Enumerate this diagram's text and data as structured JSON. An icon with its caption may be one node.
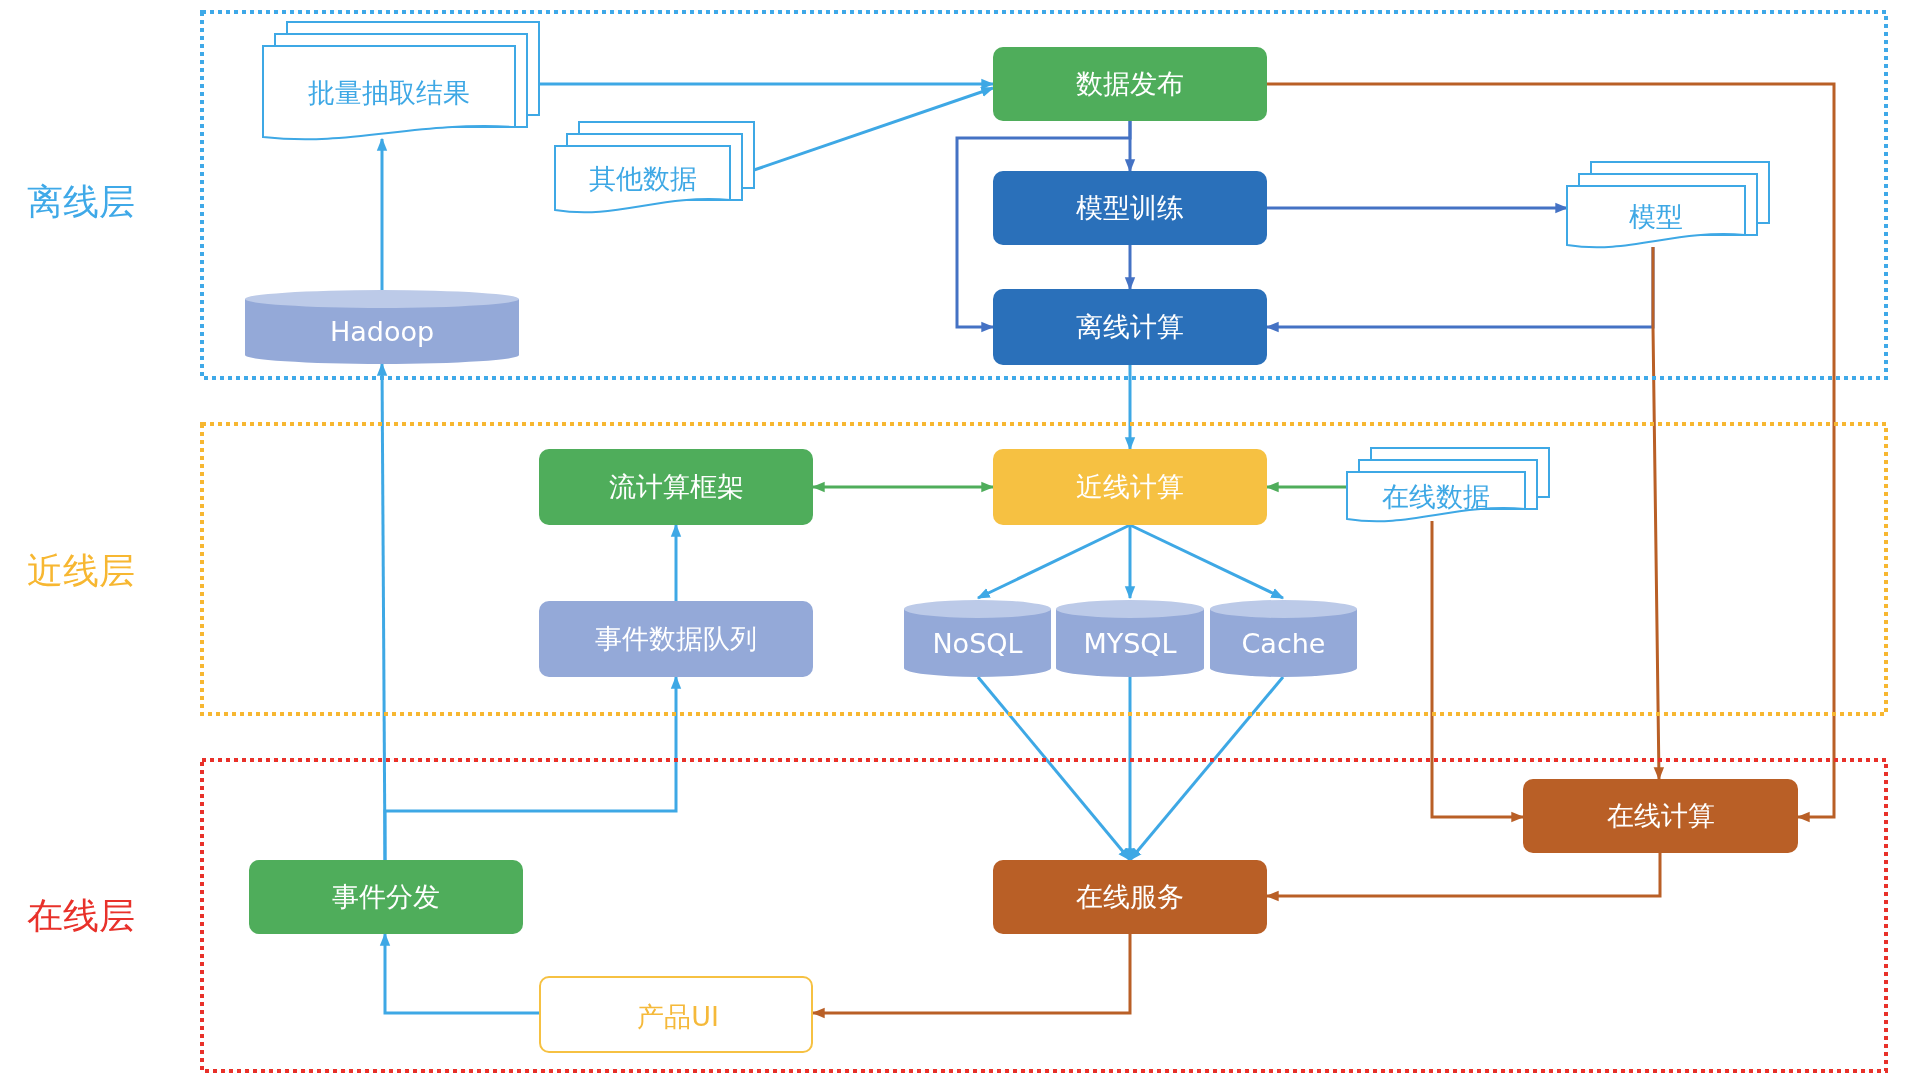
{
  "diagram": {
    "nodes": [
      {
        "text": [
          "离线层"
        ]
      },
      {
        "text": [
          "批量抽取结果"
        ],
        "in": 0
      },
      {
        "text": [
          "数据发布"
        ],
        "in": 0
      },
      {
        "text": [
          "其他数据"
        ],
        "in": 0
      },
      {
        "text": [
          "模型训练"
        ],
        "in": 0
      },
      {
        "text": [
          "模型"
        ],
        "in": 0
      },
      {
        "text": [
          "Hadoop"
        ],
        "in": 0
      },
      {
        "text": [
          "离线计算"
        ],
        "in": 0
      },
      {
        "text": [
          "近线层"
        ]
      },
      {
        "text": [
          "流计算框架"
        ],
        "in": 8
      },
      {
        "text": [
          "近线计算"
        ],
        "in": 8
      },
      {
        "text": [
          "在线数据"
        ],
        "in": 8
      },
      {
        "text": [
          "事件数据队列"
        ],
        "in": 8
      },
      {
        "text": [
          "NoSQL"
        ],
        "in": 8
      },
      {
        "text": [
          "MYSQL"
        ],
        "in": 8
      },
      {
        "text": [
          "Cache"
        ],
        "in": 8
      },
      {
        "text": [
          "在线层"
        ]
      },
      {
        "text": [
          "在线计算"
        ],
        "in": 16
      },
      {
        "text": [
          "事件分发"
        ],
        "in": 16
      },
      {
        "text": [
          "在线服务"
        ],
        "in": 16
      },
      {
        "text": [
          "产品UI"
        ],
        "in": 16
      }
    ],
    "edges": [
      {
        "from": 1,
        "to": 2,
        "arrow": "to"
      },
      {
        "from": 3,
        "to": 2,
        "arrow": "to"
      },
      {
        "from": 6,
        "to": 1,
        "arrow": "to"
      },
      {
        "from": 2,
        "to": 4,
        "arrow": "to",
        "color": "#4472c4"
      },
      {
        "from": 2,
        "to": 7,
        "arrow": "to",
        "color": "#4472c4"
      },
      {
        "from": 4,
        "to": 7,
        "arrow": "to",
        "color": "#4472c4"
      },
      {
        "from": 4,
        "to": 5,
        "arrow": "to",
        "color": "#4472c4"
      },
      {
        "from": 5,
        "to": 7,
        "arrow": "to",
        "color": "#4472c4"
      },
      {
        "from": 5,
        "to": 17,
        "arrow": "to",
        "color": "#b95f26"
      },
      {
        "from": 2,
        "to": 17,
        "arrow": "to",
        "color": "#b95f26"
      },
      {
        "from": 7,
        "to": 10,
        "arrow": "to"
      },
      {
        "from": 9,
        "to": 10,
        "arrow": "both",
        "color": "#4fad5b"
      },
      {
        "from": 11,
        "to": 10,
        "arrow": "to",
        "color": "#4fad5b"
      },
      {
        "from": 10,
        "to": 13,
        "arrow": "to"
      },
      {
        "from": 10,
        "to": 14,
        "arrow": "to"
      },
      {
        "from": 10,
        "to": 15,
        "arrow": "to"
      },
      {
        "from": 12,
        "to": 9,
        "arrow": "to"
      },
      {
        "from": 13,
        "to": 19,
        "arrow": "to"
      },
      {
        "from": 14,
        "to": 19,
        "arrow": "to"
      },
      {
        "from": 15,
        "to": 19,
        "arrow": "to"
      },
      {
        "from": 11,
        "to": 17,
        "arrow": "to",
        "color": "#b95f26"
      },
      {
        "from": 17,
        "to": 19,
        "arrow": "to",
        "color": "#b95f26"
      },
      {
        "from": 19,
        "to": 20,
        "arrow": "to",
        "color": "#b95f26"
      },
      {
        "from": 20,
        "to": 18,
        "arrow": "to"
      },
      {
        "from": 18,
        "to": 6,
        "arrow": "to"
      },
      {
        "from": 18,
        "to": 12,
        "arrow": "to"
      }
    ]
  }
}
